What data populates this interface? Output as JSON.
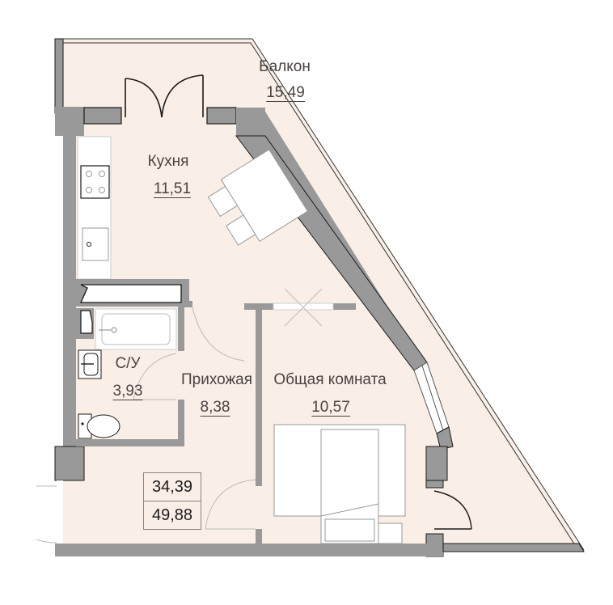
{
  "floorplan": {
    "rooms": [
      {
        "id": "balcony",
        "name": "Балкон",
        "area": "15,49"
      },
      {
        "id": "kitchen",
        "name": "Кухня",
        "area": "11,51"
      },
      {
        "id": "bathroom",
        "name": "С/У",
        "area": "3,93"
      },
      {
        "id": "hallway",
        "name": "Прихожая",
        "area": "8,38"
      },
      {
        "id": "living-room",
        "name": "Общая комната",
        "area": "10,57"
      }
    ],
    "totals": {
      "living_area": "34,39",
      "total_area": "49,88"
    },
    "colors": {
      "floor": "#f9efe6",
      "wall": "#999999",
      "wall_outline": "#1a1a1a",
      "furniture": "#ffffff",
      "text": "#4a4442"
    }
  }
}
